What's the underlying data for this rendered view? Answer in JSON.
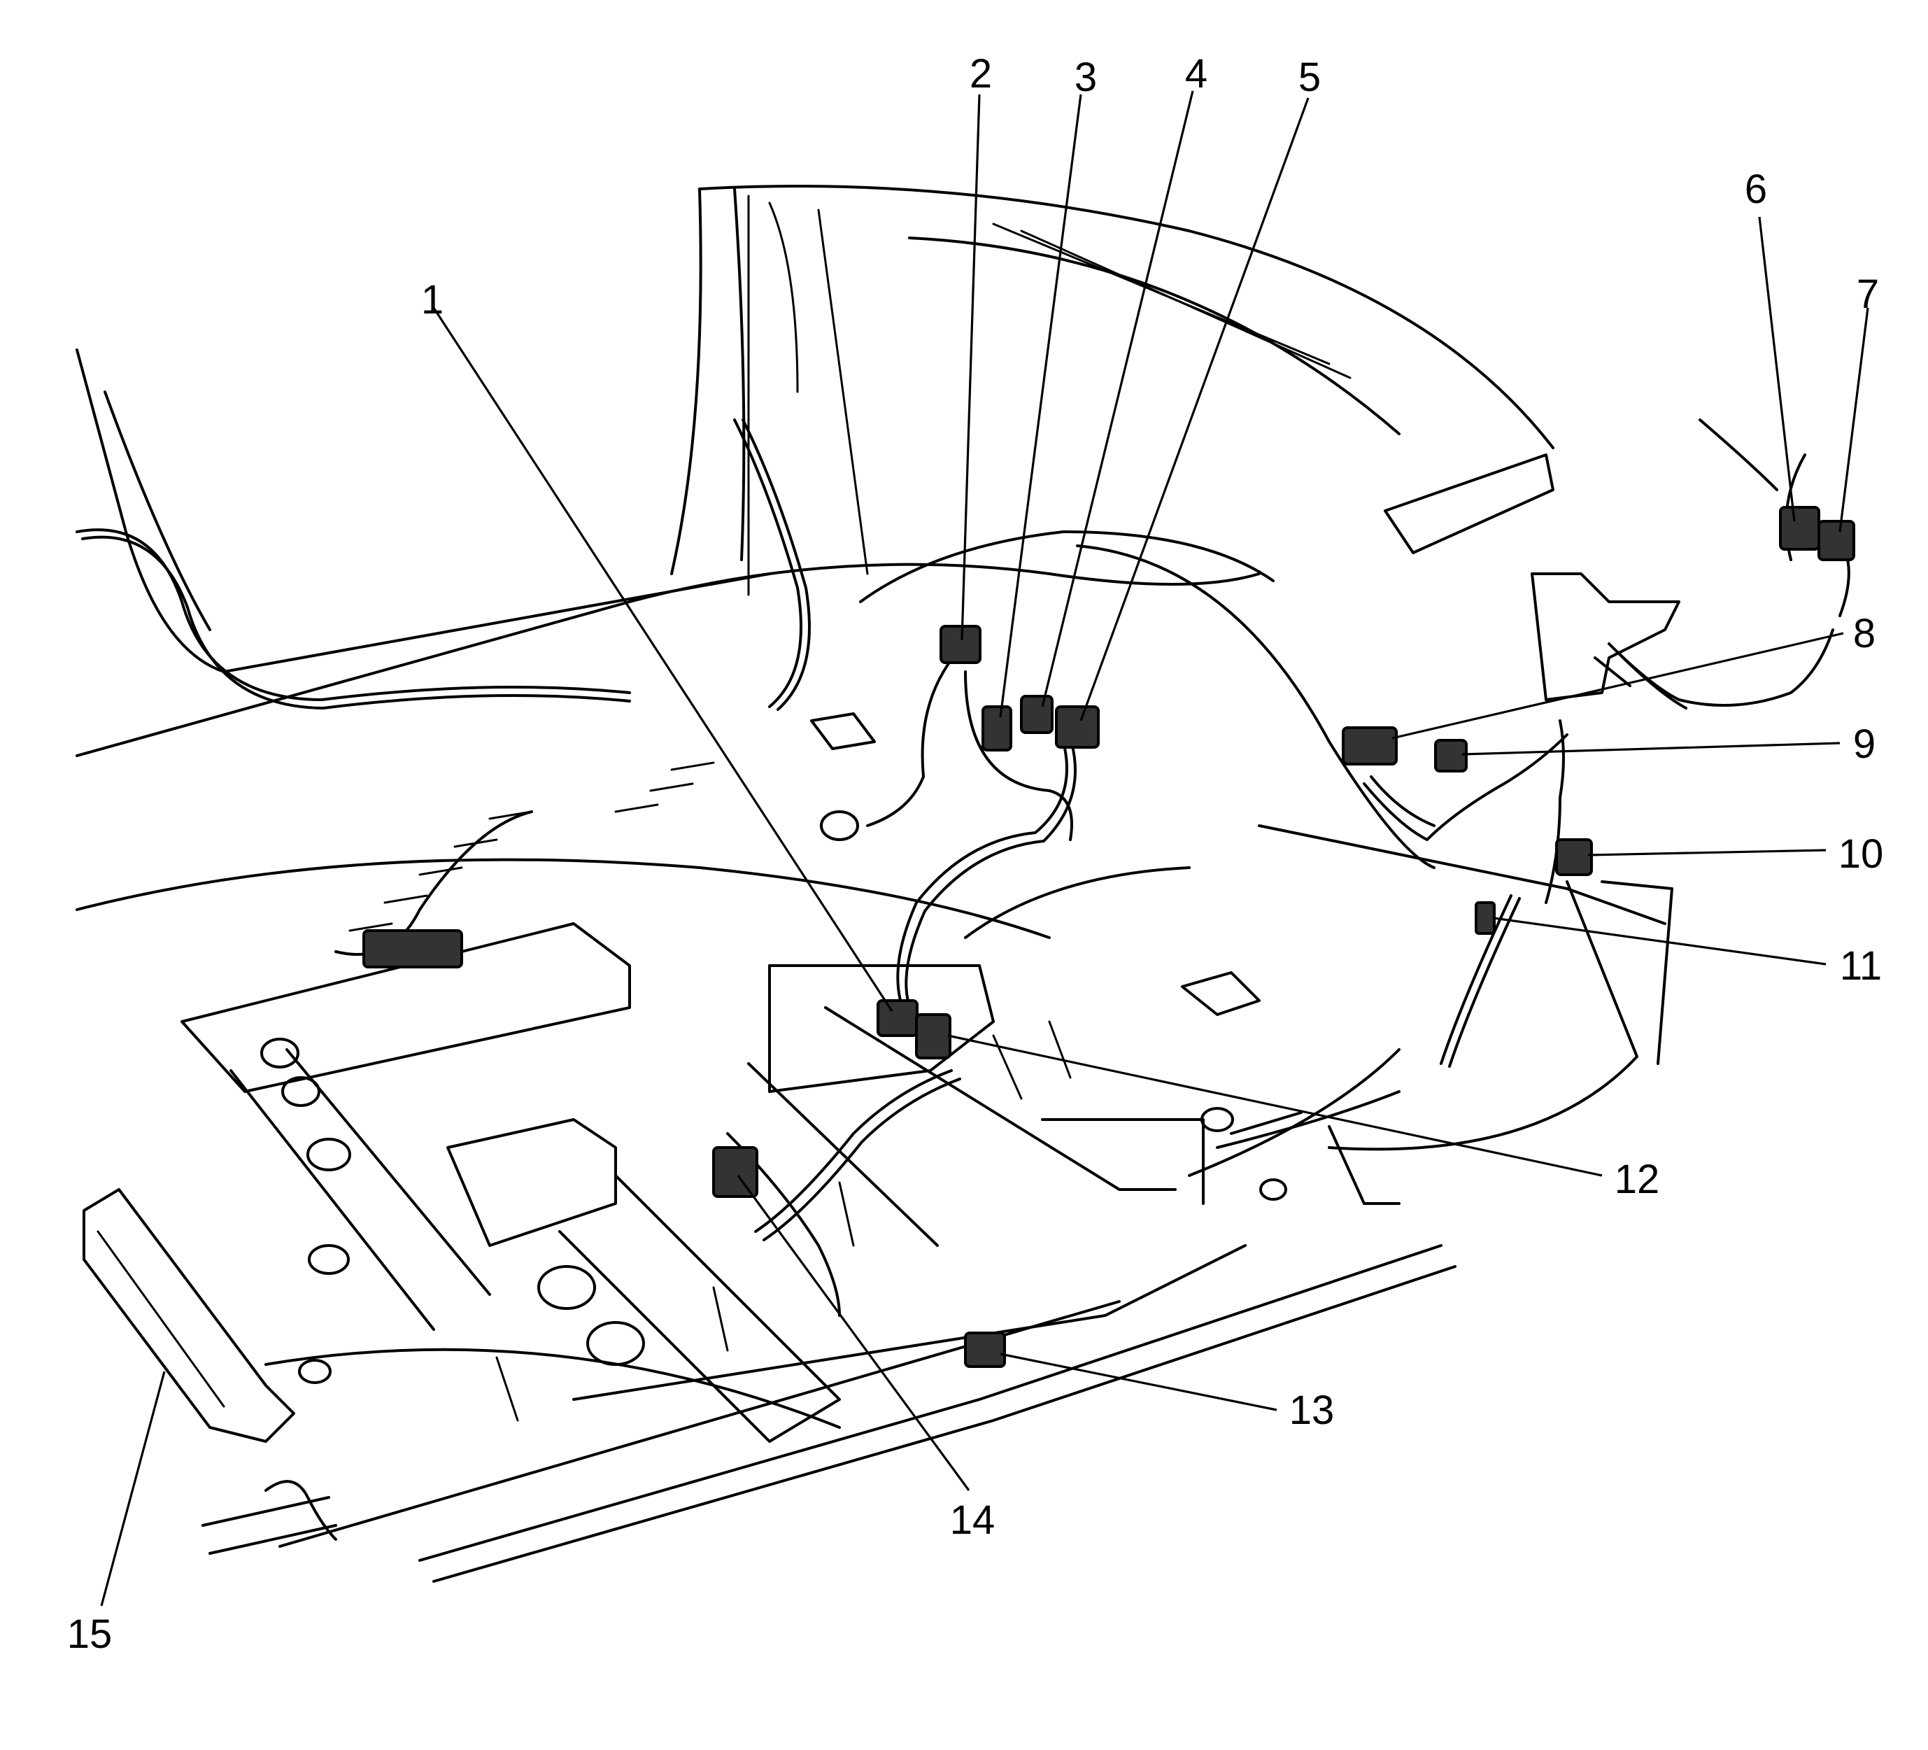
{
  "colors": {
    "line": "#000000",
    "background": "#ffffff",
    "connector_fill": "#333333"
  },
  "callouts": [
    {
      "id": "1",
      "label": "1"
    },
    {
      "id": "2",
      "label": "2"
    },
    {
      "id": "3",
      "label": "3"
    },
    {
      "id": "4",
      "label": "4"
    },
    {
      "id": "5",
      "label": "5"
    },
    {
      "id": "6",
      "label": "6"
    },
    {
      "id": "7",
      "label": "7"
    },
    {
      "id": "8",
      "label": "8"
    },
    {
      "id": "9",
      "label": "9"
    },
    {
      "id": "10",
      "label": "10"
    },
    {
      "id": "11",
      "label": "11"
    },
    {
      "id": "12",
      "label": "12"
    },
    {
      "id": "13",
      "label": "13"
    },
    {
      "id": "14",
      "label": "14"
    },
    {
      "id": "15",
      "label": "15"
    }
  ]
}
